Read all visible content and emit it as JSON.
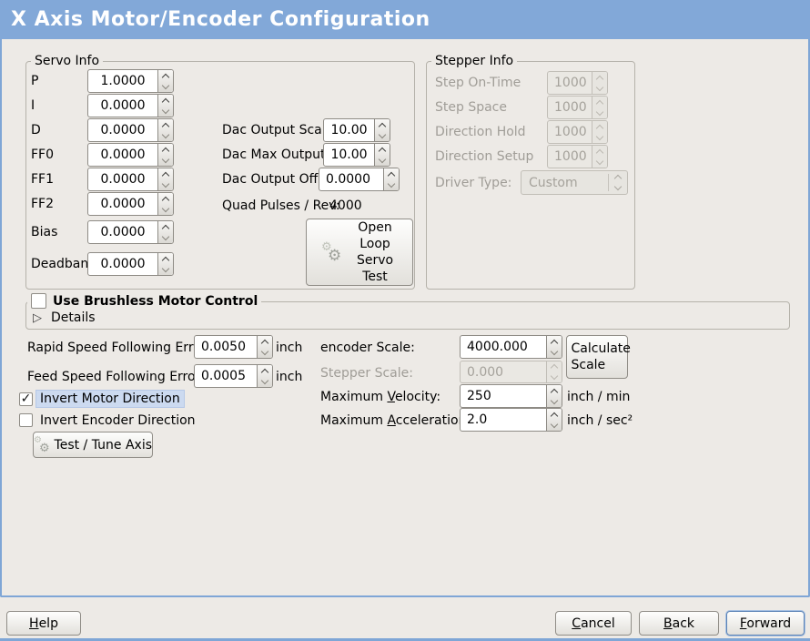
{
  "titlebar": {
    "title": "X Axis Motor/Encoder Configuration"
  },
  "icons": {
    "gear": "⚙",
    "expander": "▷",
    "check": "✓"
  },
  "colors": {
    "titlebar_blue": "#82a8d8",
    "background": "#edeae6",
    "highlight": "#ccdaf0"
  },
  "servo_info": {
    "title": "Servo Info",
    "params": [
      {
        "label": "P",
        "value": "1.0000"
      },
      {
        "label": "I",
        "value": "0.0000"
      },
      {
        "label": "D",
        "value": "0.0000"
      },
      {
        "label": "FF0",
        "value": "0.0000"
      },
      {
        "label": "FF1",
        "value": "0.0000"
      },
      {
        "label": "FF2",
        "value": "0.0000"
      },
      {
        "label": "Bias",
        "value": "0.0000"
      },
      {
        "label": "Deadband",
        "value": "0.0000"
      }
    ],
    "dac": [
      {
        "label": "Dac Output Scale:",
        "value": "10.00"
      },
      {
        "label": "Dac Max Output:",
        "value": "10.00"
      },
      {
        "label": "Dac Output Offset:",
        "value": "0.0000"
      }
    ],
    "quad_pulses": {
      "label": "Quad Pulses / Rev:",
      "value": "4000"
    },
    "open_loop_button": "Open Loop Servo Test"
  },
  "stepper_info": {
    "title": "Stepper Info",
    "rows": [
      {
        "label": "Step On-Time",
        "value": "1000"
      },
      {
        "label": "Step Space",
        "value": "1000"
      },
      {
        "label": "Direction Hold",
        "value": "1000"
      },
      {
        "label": "Direction Setup",
        "value": "1000"
      }
    ],
    "driver_type": {
      "label": "Driver Type:",
      "value": "Custom"
    }
  },
  "brushless": {
    "checkbox_label": "Use Brushless Motor Control",
    "details_label": "Details"
  },
  "following_error": {
    "rapid_label": "Rapid Speed Following Error:",
    "rapid_value": "0.0050",
    "feed_label": "Feed Speed Following Error:",
    "feed_value": "0.0005",
    "unit": "inch"
  },
  "scale": {
    "encoder_label": "encoder Scale:",
    "encoder_value": "4000.000",
    "stepper_label": "Stepper Scale:",
    "stepper_value": "0.000",
    "calculate_button": "Calculate Scale",
    "velocity": {
      "pre": "Maximum ",
      "u": "V",
      "post": "elocity:",
      "value": "250",
      "unit": "inch / min"
    },
    "acceleration": {
      "pre": "Maximum ",
      "u": "A",
      "post": "cceleration:",
      "value": "2.0",
      "unit": "inch / sec²"
    }
  },
  "direction": {
    "invert_motor_label": "Invert Motor Direction",
    "invert_encoder_label": "Invert Encoder Direction",
    "test_tune_button": "Test / Tune Axis"
  },
  "footer": {
    "help": {
      "u": "H",
      "post": "elp"
    },
    "cancel": {
      "u": "C",
      "post": "ancel"
    },
    "back": {
      "u": "B",
      "post": "ack"
    },
    "forward": {
      "u": "F",
      "post": "orward"
    }
  }
}
